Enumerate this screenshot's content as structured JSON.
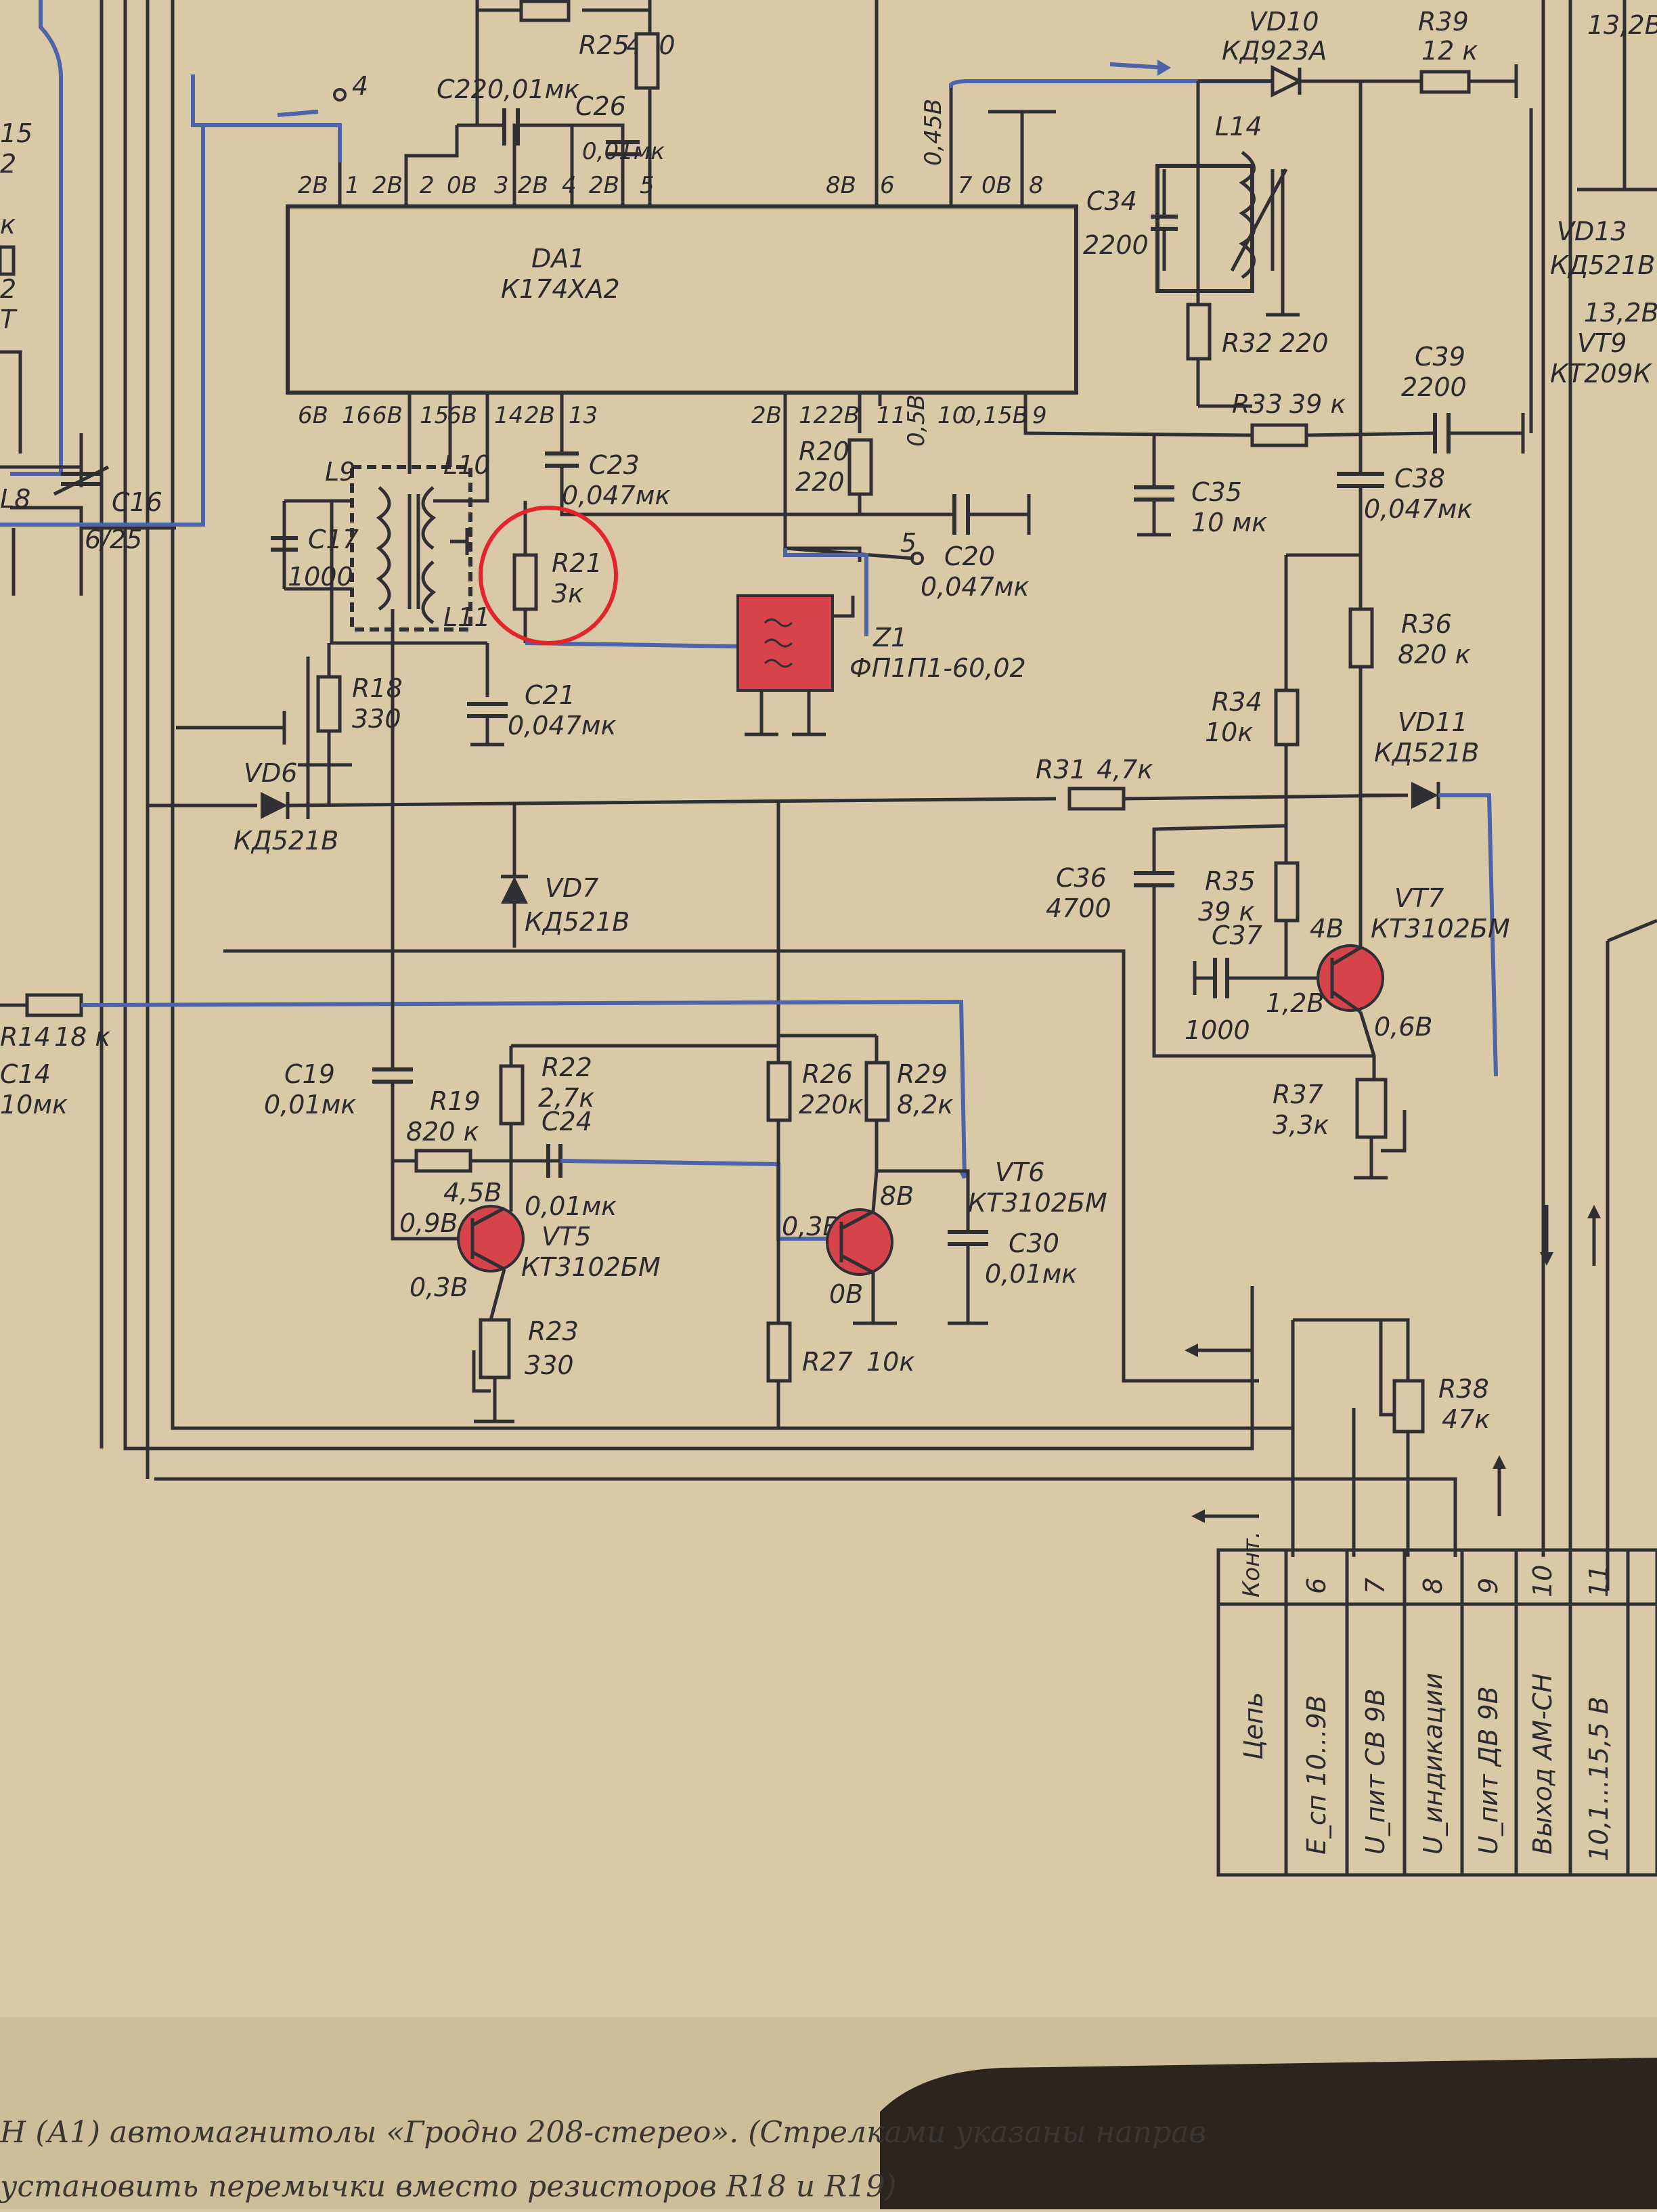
{
  "chip": {
    "ref": "DA1",
    "type": "К174ХА2"
  },
  "pins_top": [
    "2В",
    "1",
    "2В",
    "2",
    "0В",
    "3",
    "2В",
    "4",
    "2В",
    "5",
    "8В",
    "6",
    "7",
    "0В",
    "8"
  ],
  "pins_bottom": [
    "6В",
    "16",
    "6В",
    "15",
    "6В",
    "14",
    "2В",
    "13",
    "2В",
    "12",
    "2В",
    "11",
    "10",
    "0,15В",
    "9"
  ],
  "pin_label_045": "0,45В",
  "pin_label_05": "0,5В",
  "term4": "4",
  "term5": "5",
  "components": {
    "R25": [
      "R25",
      "470"
    ],
    "C22": [
      "C22",
      "0,01мк"
    ],
    "C26": [
      "C26",
      "0,01мк"
    ],
    "VD10": [
      "VD10",
      "КД923А"
    ],
    "R39": [
      "R39",
      "12 к"
    ],
    "L14": "L14",
    "C34": [
      "C34",
      "2200"
    ],
    "R32": [
      "R32",
      "220"
    ],
    "R33": [
      "R33",
      "39 к"
    ],
    "C39": [
      "C39",
      "2200"
    ],
    "VD13": "VD13",
    "KD521B_r": "КД521В",
    "r28b": "13,2В",
    "VT9": [
      "VT9",
      "КТ209К"
    ],
    "r132": "13,2В",
    "C38": [
      "C38",
      "0,047мк"
    ],
    "C35": [
      "C35",
      "10 мк"
    ],
    "R20": [
      "R20",
      "220"
    ],
    "C20": [
      "C20",
      "0,047мк"
    ],
    "C23": [
      "C23",
      "0,047мк"
    ],
    "L9": "L9",
    "L10": "L10",
    "L11": "L11",
    "C17": [
      "C17",
      "1000"
    ],
    "R21": [
      "R21",
      "3к"
    ],
    "Z1": [
      "Z1",
      "ФП1П1-60,02"
    ],
    "C16": [
      "C16",
      "6/25"
    ],
    "L8": "L8",
    "R18": [
      "R18",
      "330"
    ],
    "C21": [
      "C21",
      "0,047мк"
    ],
    "VD6": [
      "VD6",
      "КД521В"
    ],
    "VD7": [
      "VD7",
      "КД521В"
    ],
    "R31": [
      "R31",
      "4,7к"
    ],
    "R36": [
      "R36",
      "820 к"
    ],
    "R34": [
      "R34",
      "10к"
    ],
    "VD11": [
      "VD11",
      "КД521В"
    ],
    "C36": [
      "C36",
      "4700"
    ],
    "R35": [
      "R35",
      "39 к"
    ],
    "C37": [
      "C37",
      "1000"
    ],
    "VT7": [
      "VT7",
      "КТ3102БМ"
    ],
    "vt7_b": "1,2В",
    "vt7_c": "4В",
    "vt7_e": "0,6В",
    "R37": [
      "R37",
      "3,3к"
    ],
    "R14": [
      "R14",
      "18 к"
    ],
    "C14": [
      "C14",
      "10мк"
    ],
    "C19": [
      "C19",
      "0,01мк"
    ],
    "R19": [
      "R19",
      "820 к"
    ],
    "R22": [
      "R22",
      "2,7к"
    ],
    "C24": [
      "C24",
      "0,01мк"
    ],
    "vt5_c": "4,5В",
    "vt5_b": "0,9В",
    "vt5_e": "0,3В",
    "VT5": [
      "VT5",
      "КТ3102БМ"
    ],
    "R23": [
      "R23",
      "330"
    ],
    "R26": [
      "R26",
      "220к"
    ],
    "R29": [
      "R29",
      "8,2к"
    ],
    "VT6": [
      "VT6",
      "КТ3102БМ"
    ],
    "vt6_c": "8В",
    "vt6_b": "0,3В",
    "vt6_e": "0В",
    "C30": [
      "C30",
      "0,01мк"
    ],
    "R27": [
      "R27",
      "10к"
    ],
    "R38": [
      "R38",
      "47к"
    ],
    "left_15": "15",
    "left_2a": "2",
    "left_k": "к",
    "left_2b": "2",
    "left_t": "Т"
  },
  "table": {
    "header": [
      "Конт.",
      "6",
      "7",
      "8",
      "9",
      "10",
      "11"
    ],
    "rows": [
      "Цепь",
      "E_сп 10...9В",
      "U_пит СВ 9В",
      "U_индикации",
      "U_пит ДВ 9В",
      "Выход АМ-СН",
      "10,1...15,5 В"
    ]
  },
  "caption": {
    "line1": "Н (А1) автомагнитолы «Гродно 208-стерео». (Стрелками указаны направ",
    "line2": "установить перемычки вместо резисторов R18 и R19)"
  }
}
